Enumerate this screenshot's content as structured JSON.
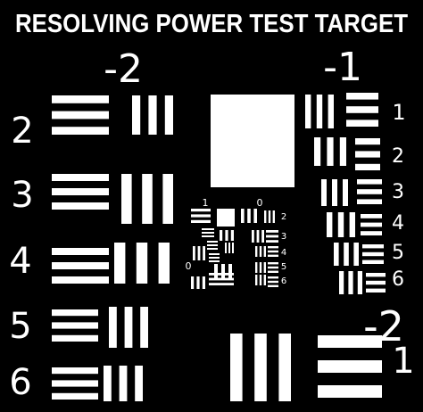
{
  "title": "RESOLVING POWER TEST TARGET",
  "group_labels": [
    "-2",
    "-1",
    "-2",
    "0",
    "1"
  ],
  "element_labels": {
    "left": [
      "2",
      "3",
      "4",
      "5",
      "6"
    ],
    "right": [
      "1",
      "2",
      "3",
      "4",
      "5",
      "6"
    ],
    "lower_right": [
      "1"
    ],
    "center_right": [
      "2",
      "3",
      "4",
      "5",
      "6"
    ],
    "center_left": [
      "0"
    ],
    "center_top": [
      "0"
    ]
  },
  "colors": {
    "background": "#000000",
    "ink": "#ffffff"
  }
}
